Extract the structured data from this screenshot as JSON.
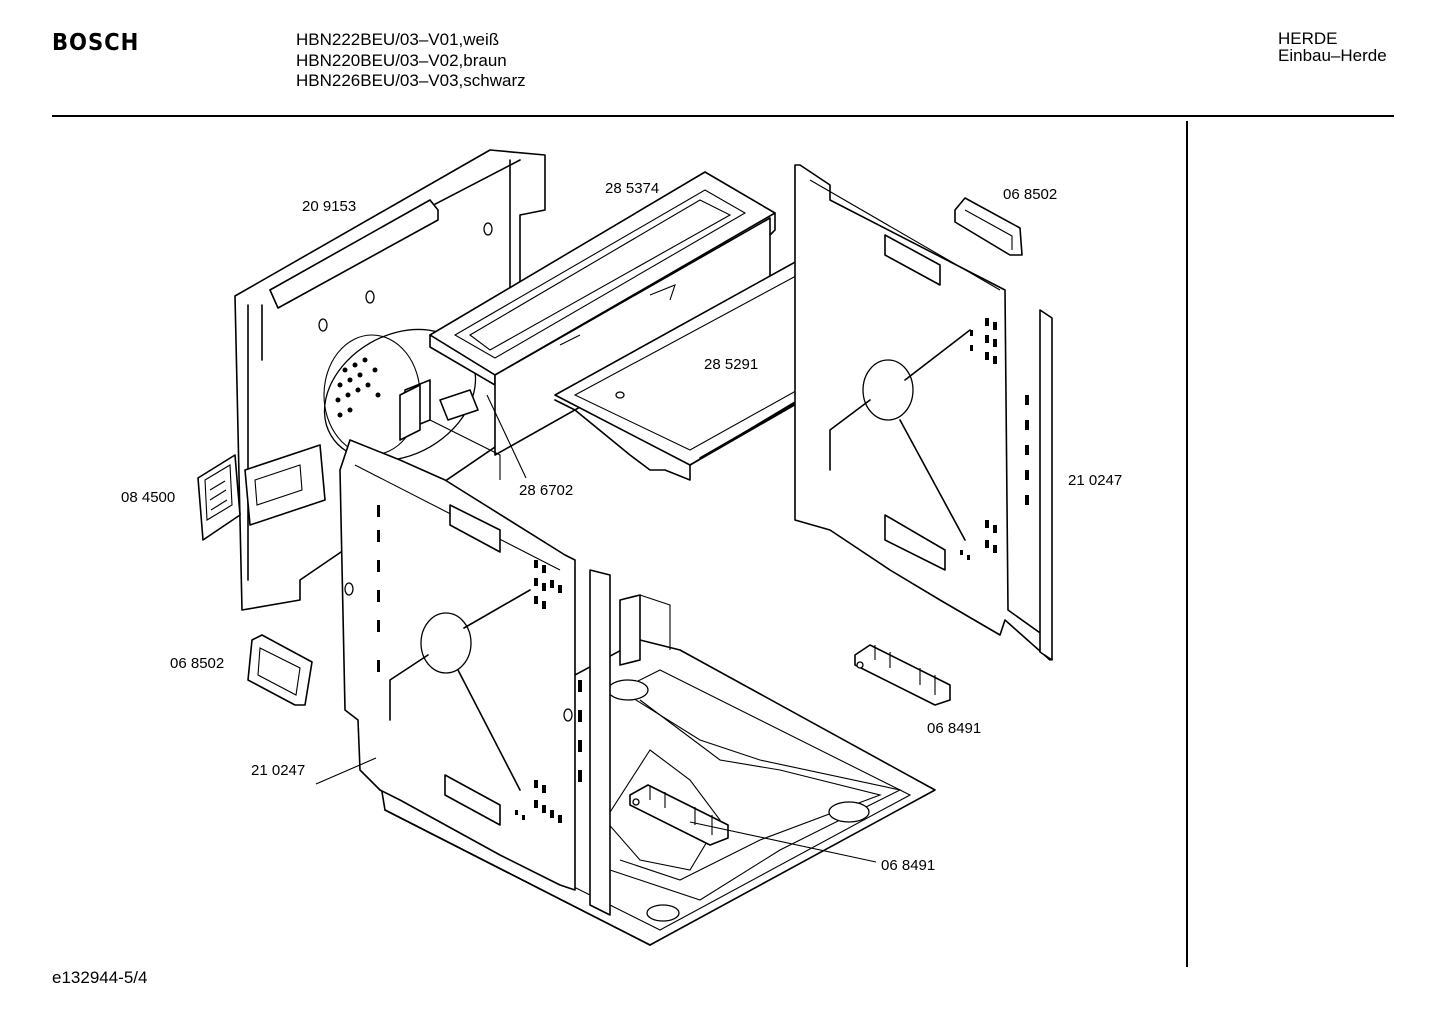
{
  "header": {
    "brand": "BOSCH",
    "models": [
      "HBN222BEU/03–V01,weiß",
      "HBN220BEU/03–V02,braun",
      "HBN226BEU/03–V03,schwarz"
    ],
    "category": "HERDE",
    "subcategory": "Einbau–Herde"
  },
  "footer": {
    "diagram_id": "e132944-5/4"
  },
  "parts": {
    "back_wall": "20 9153",
    "top_panel": "28 5374",
    "bulb_cover_top": "06 8502",
    "tray": "28 5291",
    "right_side_wall": "21 0247",
    "connector": "08 4500",
    "bracket": "28 6702",
    "bulb_cover_left": "06 8502",
    "shelf_support_right": "06 8491",
    "left_side_wall": "21 0247",
    "shelf_support_bottom": "06 8491"
  }
}
